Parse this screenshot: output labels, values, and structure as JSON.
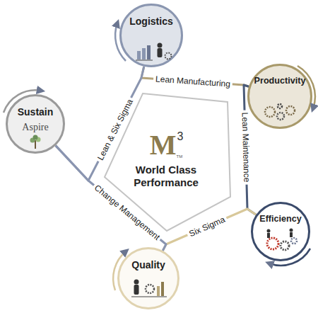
{
  "diagram": {
    "nodes": [
      {
        "text": [
          "Logistics"
        ]
      },
      {
        "text": [
          "Productivity"
        ]
      },
      {
        "text": [
          "Efficiency"
        ]
      },
      {
        "text": [
          "Quality"
        ]
      },
      {
        "text": [
          "Sustain",
          "Aspire"
        ]
      },
      {
        "text": [
          "M",
          "3",
          "TM",
          "World Class Performance"
        ]
      }
    ],
    "edges": [
      {
        "from": 0,
        "to": 1,
        "label": "Lean Manufacturing",
        "arrow": "none"
      },
      {
        "from": 1,
        "to": 2,
        "label": "Lean Maintenance",
        "arrow": "none"
      },
      {
        "from": 2,
        "to": 3,
        "label": "Six Sigma",
        "arrow": "none"
      },
      {
        "from": 3,
        "to": 4,
        "label": "Change Management",
        "arrow": "none"
      },
      {
        "from": 4,
        "to": 0,
        "label": "Lean & Six Sigma",
        "arrow": "none"
      }
    ]
  }
}
